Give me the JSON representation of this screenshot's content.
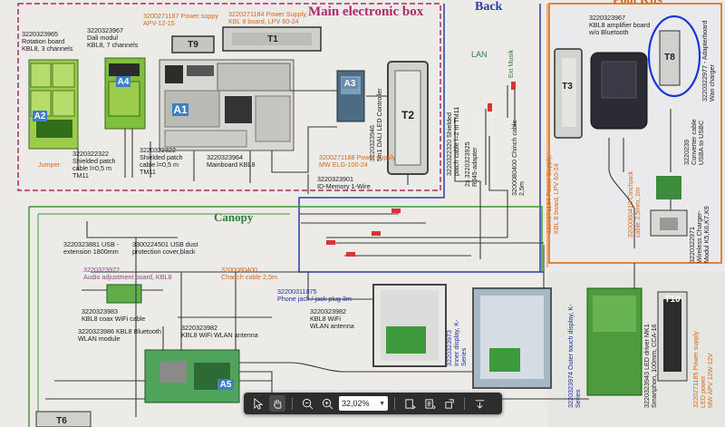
{
  "toolbar": {
    "zoom": "32,02%",
    "buttons": [
      "select-tool",
      "hand-tool",
      "zoom-out",
      "zoom-in",
      "zoom-dropdown",
      "insert-page",
      "page-view",
      "rotate",
      "more"
    ]
  },
  "doc": {
    "sections": {
      "main_box": "Main electronic box",
      "back": "Back",
      "pool_kits": "Pool Kits",
      "canopy": "Canopy"
    },
    "tags": {
      "a1": "A1",
      "a2": "A2",
      "a3": "A3",
      "a4": "A4",
      "a5": "A5",
      "t1": "T1",
      "t2": "T2",
      "t3": "T3",
      "t6": "T6",
      "t8": "T8",
      "t9": "T9",
      "t10": "T10"
    },
    "labels": {
      "rotation_board": "3220323965\nRotation board\nKBL8, 3 channels",
      "dali_modul": "3220323967\nDali modul\nKBL8, 7 channels",
      "t9_supply": "3200271187 Power suppy\nAPV-12-15",
      "t1_supply": "3220271184 Power Supply,\nKBL 8 board, LPV 60-24",
      "dali_led": "3220323946\n5in1 DALI LED Controller",
      "jumper": "Jumper",
      "patch_tm11": "3220322322\nShielded patch\ncable l=0,5 m\nTM11",
      "patch_tm11b": "3220322322\nShielded patch\ncable l=0,5 m\nTM11",
      "mainboard": "3220323964\nMainboard KBL8",
      "mw_supply": "3200271188 Power supply\nMW ELG-100-24",
      "id_memory": "3220323901\nID-Memory 1-Wire",
      "lan": "LAN",
      "ext_musik": "Ext Musik",
      "shielded_patch": "3220322320 Shielded\npatch cable l=2 m TM11",
      "rj45": "2x 3220323925\nRJ45-adapter",
      "chinch_cable": "3200080400 Chinch cable 2,5m",
      "kbl_amp": "3220323967\nKBL8 amplifier board\nw/o Bluetooth",
      "adapter_board": "3220322977 - Adapterboard\nWan charger",
      "converter": "3220239\nConverter cable\nUSBA to USBC",
      "t3_supply": "3220271184 Power Supply,\nKBL 8 board, LPV 60-24",
      "cinchjack": "3200080410 Cinchjack\ncable 3,5mm, 2m",
      "wireless": "3220322971\nWireless Charger-\nModul K5,K6,K7,K9",
      "usb_ext": "3220323881 USB -\nextension 1800mm",
      "usb_dust": "3300224501 USB dust\nprotection cover,black",
      "audio_adj": "3220323972\nAudio adjustment board, KBL8",
      "chanch": "3200080400\nChanch cable 2,5m",
      "phone_jack": "32200311075\nPhone jack / jack plug 3m",
      "coax": "3220323983\nKBL8 coax WiFi cable",
      "bt_module": "3220323986 KBL8 Bluetooth\nWLAN module",
      "wifi_ant": "3220323982\nKBL8 WiFi WLAN antenna",
      "wifi_ant2": "3220323982\nKBL8 WiFi\nWLAN antenna",
      "inner_display": "3220323973\nInner display, K-Series",
      "outer_display": "3220323974 Outer touch display, K-Series",
      "led_driver": "3220323943 LED driver MK1\nSmartphon, 100mm, CCA-16",
      "led_power": "3220271185 Power supply\nLED power\nMW APV 12W-12V"
    }
  }
}
